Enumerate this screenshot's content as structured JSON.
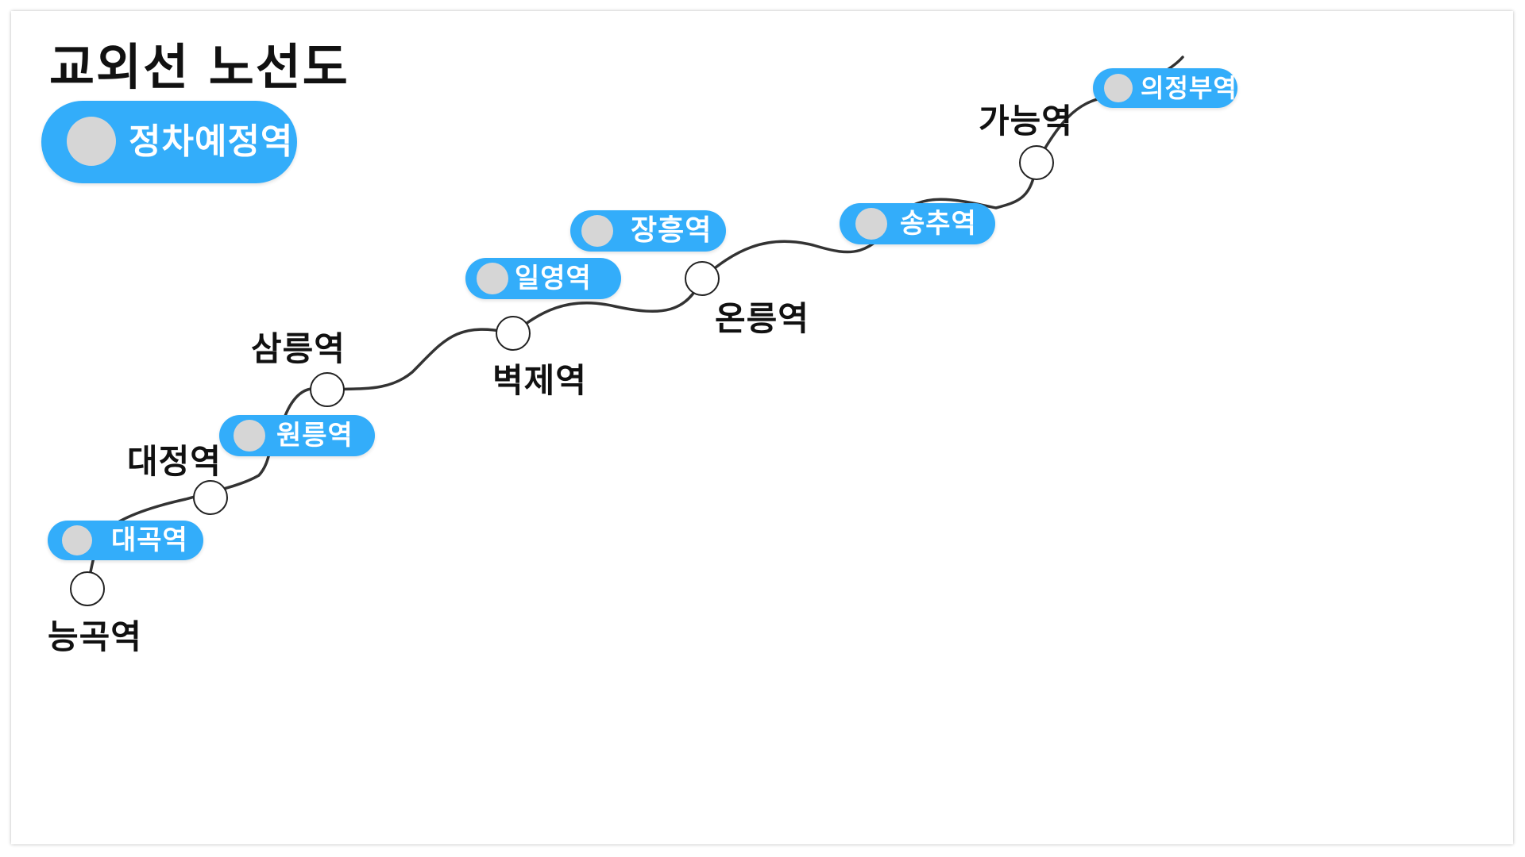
{
  "title": "교외선 노선도",
  "legend": {
    "label": "정차예정역",
    "icon": "circle-marker-icon"
  },
  "colors": {
    "line": "#333333",
    "pill": "#33adfa",
    "dot": "#d6d6d6",
    "station_circle_fill": "#ffffff",
    "station_circle_stroke": "#222222",
    "text": "#111111"
  },
  "stations": [
    {
      "id": "neunggok",
      "name": "능곡역",
      "type": "station"
    },
    {
      "id": "daegok",
      "name": "대곡역",
      "type": "stop"
    },
    {
      "id": "daejeong",
      "name": "대정역",
      "type": "station"
    },
    {
      "id": "wonneung",
      "name": "원릉역",
      "type": "stop"
    },
    {
      "id": "samneung",
      "name": "삼릉역",
      "type": "station"
    },
    {
      "id": "byeokje",
      "name": "벽제역",
      "type": "station"
    },
    {
      "id": "ilyeong",
      "name": "일영역",
      "type": "stop"
    },
    {
      "id": "janghung",
      "name": "장흥역",
      "type": "stop"
    },
    {
      "id": "onneung",
      "name": "온릉역",
      "type": "station"
    },
    {
      "id": "songchu",
      "name": "송추역",
      "type": "stop"
    },
    {
      "id": "ganeung",
      "name": "가능역",
      "type": "station"
    },
    {
      "id": "uijeongbu",
      "name": "의정부역",
      "type": "stop"
    }
  ]
}
